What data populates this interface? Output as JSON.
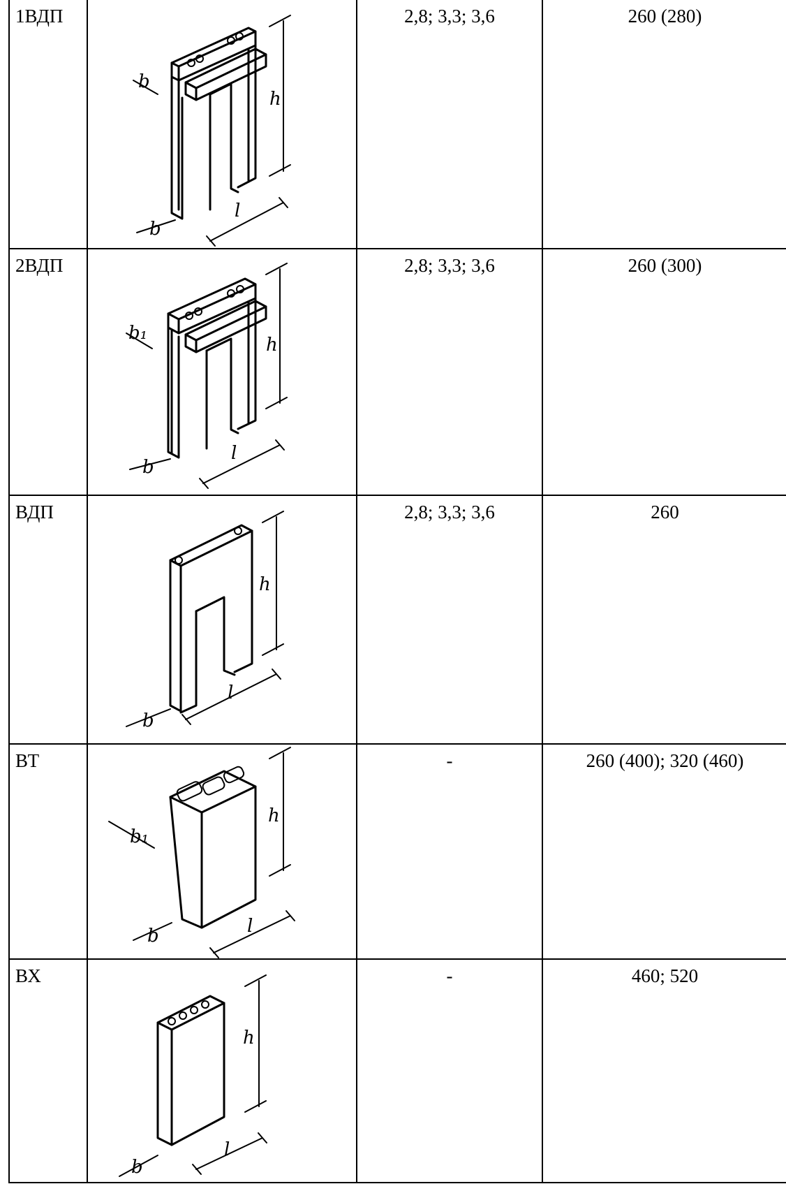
{
  "rows": [
    {
      "code": "1ВДП",
      "heights": "2,8; 3,3; 3,6",
      "thickness": "260 (280)",
      "icon": "column-block-with-console-icon"
    },
    {
      "code": "2ВДП",
      "heights": "2,8; 3,3; 3,6",
      "thickness": "260 (300)",
      "icon": "column-block-with-console-icon"
    },
    {
      "code": "ВДП",
      "heights": "2,8; 3,3; 3,6",
      "thickness": "260",
      "icon": "column-block-icon"
    },
    {
      "code": "ВТ",
      "heights": "-",
      "thickness": "260 (400); 320 (460)",
      "icon": "tapered-block-icon"
    },
    {
      "code": "ВХ",
      "heights": "-",
      "thickness": "460; 520",
      "icon": "hollow-block-icon"
    }
  ],
  "labels": {
    "h": "h",
    "l": "l",
    "b": "b",
    "b1": "b₁"
  }
}
